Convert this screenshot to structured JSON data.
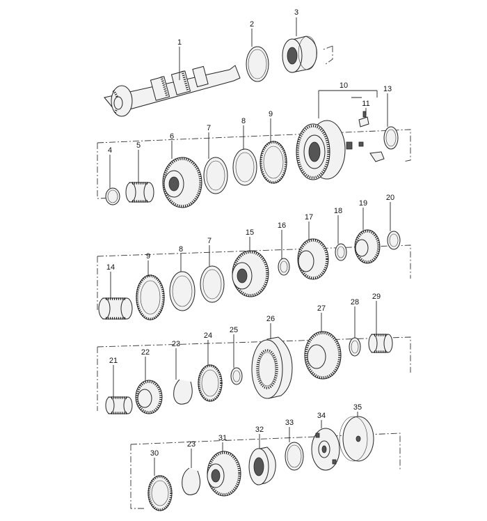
{
  "diagram": {
    "callouts": [
      {
        "id": "c1",
        "label": "1"
      },
      {
        "id": "c2",
        "label": "2"
      },
      {
        "id": "c3",
        "label": "3"
      },
      {
        "id": "c4",
        "label": "4"
      },
      {
        "id": "c5",
        "label": "5"
      },
      {
        "id": "c6",
        "label": "6"
      },
      {
        "id": "c7a",
        "label": "7"
      },
      {
        "id": "c8a",
        "label": "8"
      },
      {
        "id": "c9a",
        "label": "9"
      },
      {
        "id": "c10",
        "label": "10"
      },
      {
        "id": "c11",
        "label": "11"
      },
      {
        "id": "c13",
        "label": "13"
      },
      {
        "id": "c14",
        "label": "14"
      },
      {
        "id": "c9b",
        "label": "9"
      },
      {
        "id": "c8b",
        "label": "8"
      },
      {
        "id": "c7b",
        "label": "7"
      },
      {
        "id": "c15",
        "label": "15"
      },
      {
        "id": "c16",
        "label": "16"
      },
      {
        "id": "c17",
        "label": "17"
      },
      {
        "id": "c18",
        "label": "18"
      },
      {
        "id": "c19",
        "label": "19"
      },
      {
        "id": "c20",
        "label": "20"
      },
      {
        "id": "c21",
        "label": "21"
      },
      {
        "id": "c22",
        "label": "22"
      },
      {
        "id": "c23a",
        "label": "23"
      },
      {
        "id": "c24",
        "label": "24"
      },
      {
        "id": "c25",
        "label": "25"
      },
      {
        "id": "c26",
        "label": "26"
      },
      {
        "id": "c27",
        "label": "27"
      },
      {
        "id": "c28",
        "label": "28"
      },
      {
        "id": "c29",
        "label": "29"
      },
      {
        "id": "c30",
        "label": "30"
      },
      {
        "id": "c23b",
        "label": "23"
      },
      {
        "id": "c31",
        "label": "31"
      },
      {
        "id": "c32",
        "label": "32"
      },
      {
        "id": "c33",
        "label": "33"
      },
      {
        "id": "c34",
        "label": "34"
      },
      {
        "id": "c35",
        "label": "35"
      }
    ]
  }
}
